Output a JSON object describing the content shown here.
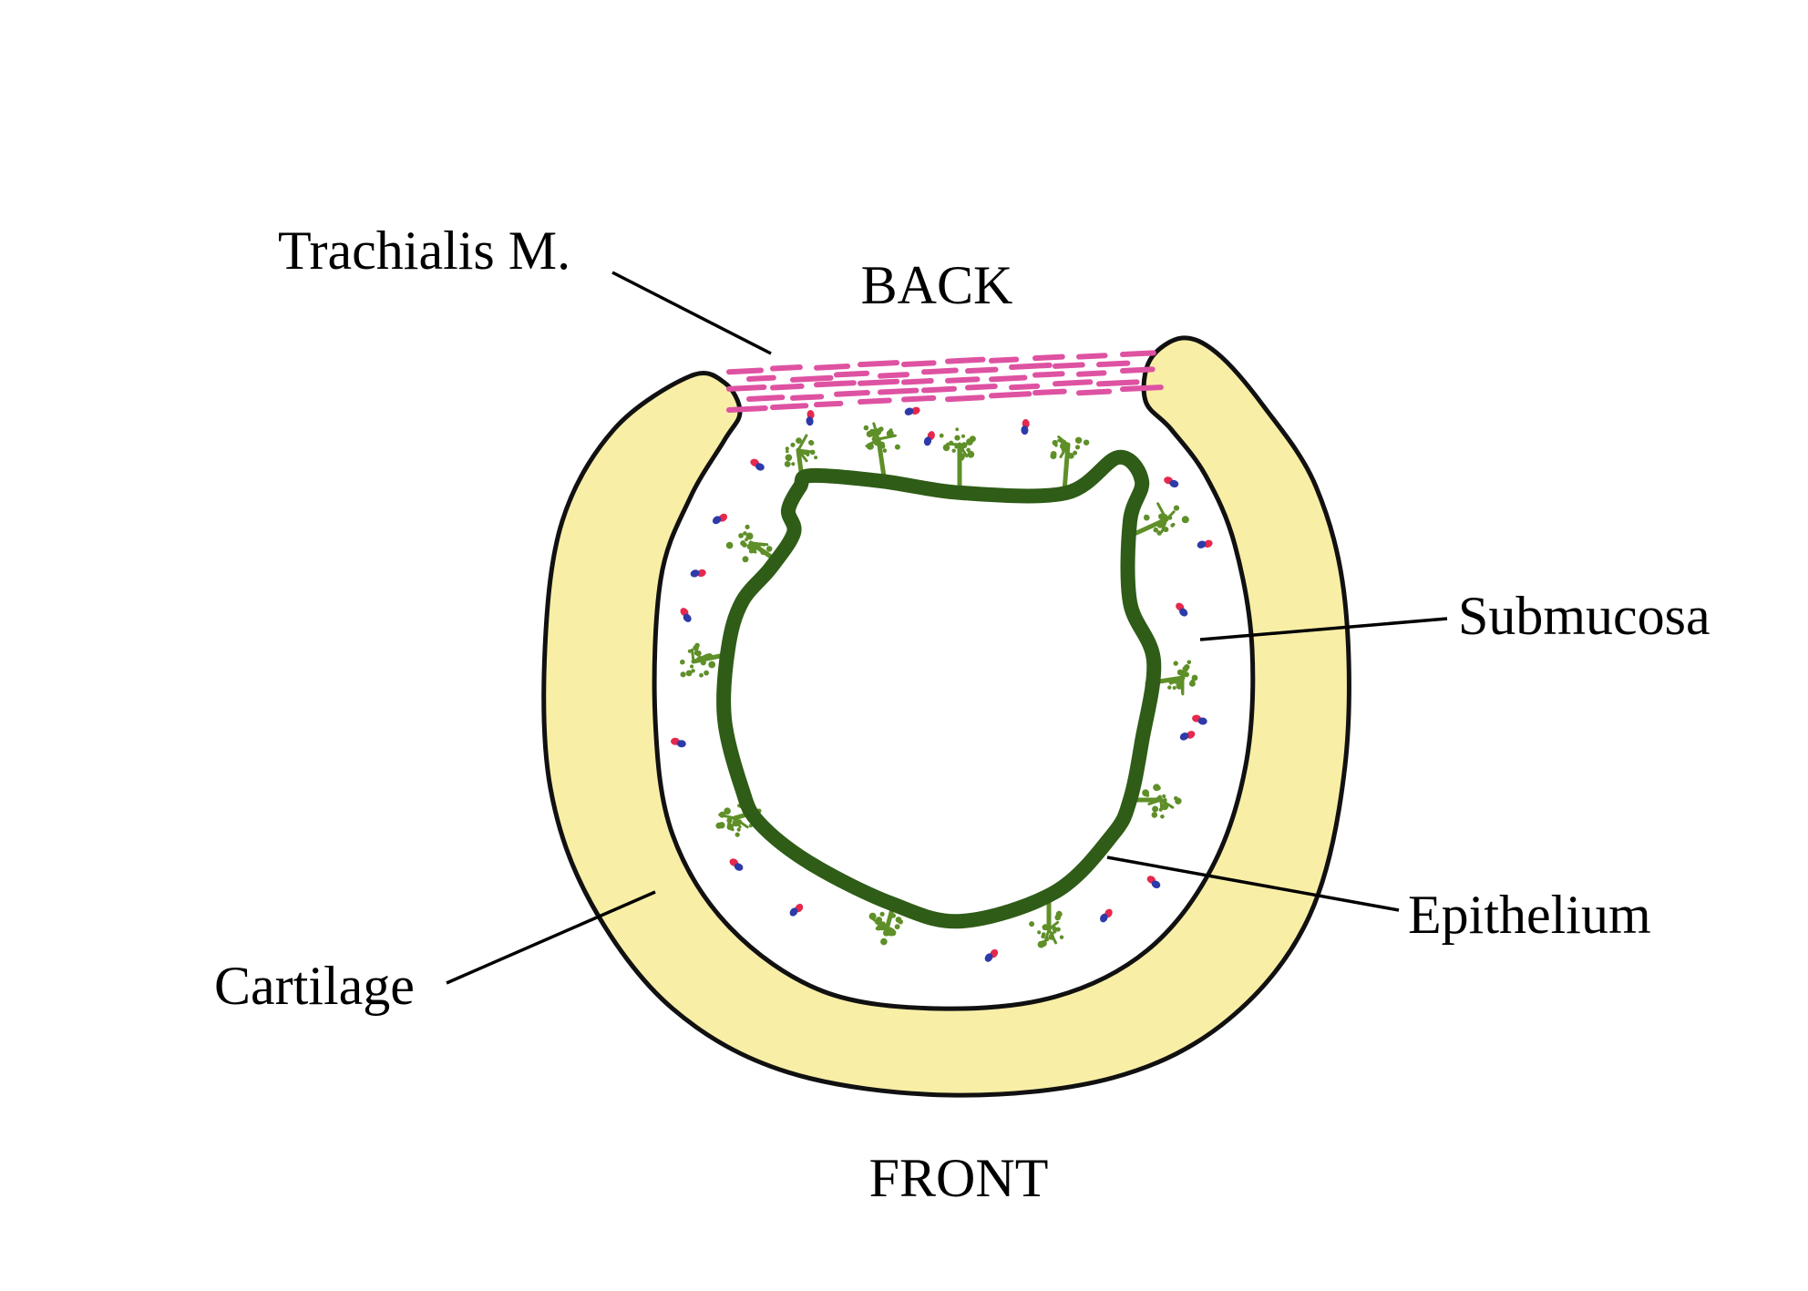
{
  "labels": {
    "trachialis": "Trachialis M.",
    "back": "BACK",
    "submucosa": "Submucosa",
    "epithelium": "Epithelium",
    "cartilage": "Cartilage",
    "front": "FRONT"
  },
  "colors": {
    "background": "#ffffff",
    "cartilage_fill": "#f9eea6",
    "outline": "#111111",
    "epithelium": "#2f5c17",
    "glands": "#5f8f28",
    "trachealis_muscle": "#de52a2",
    "vessel_red": "#e5294d",
    "vessel_blue": "#2d3aa8"
  }
}
